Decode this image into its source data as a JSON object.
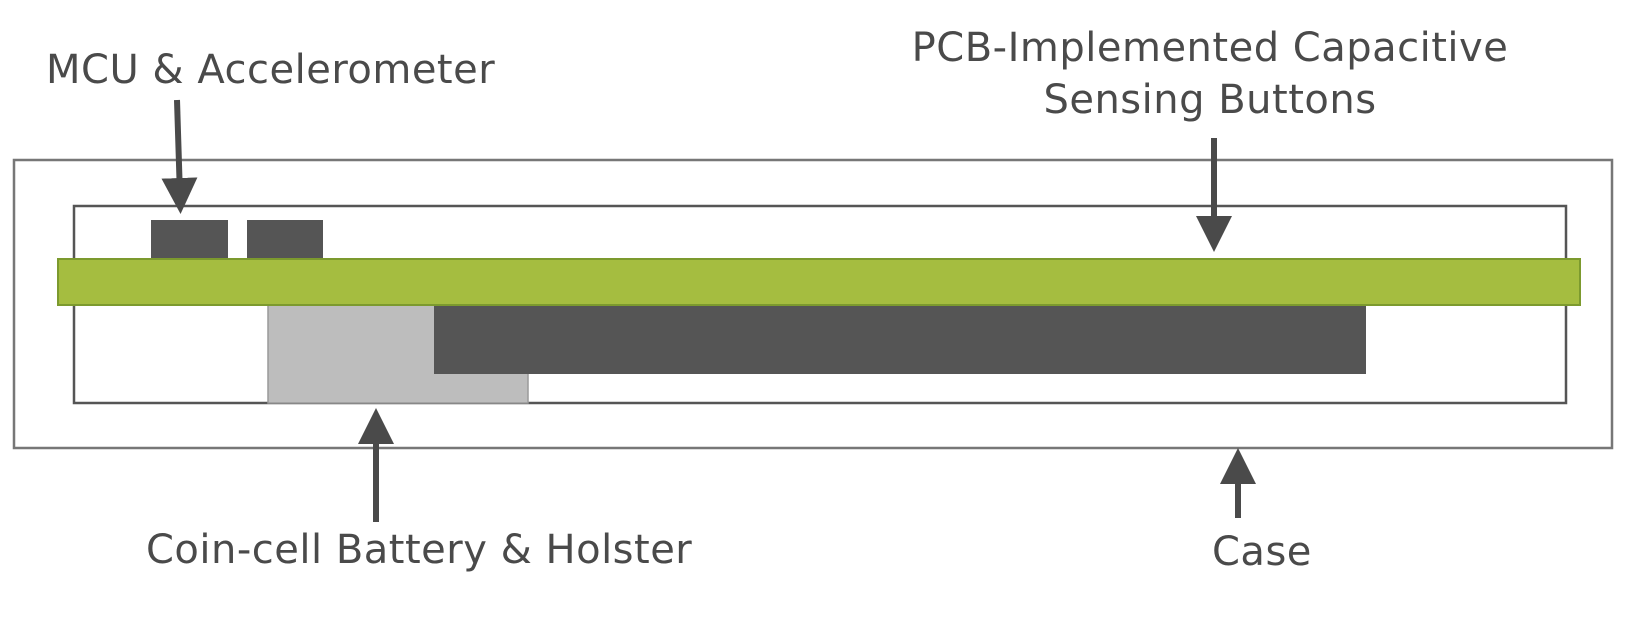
{
  "labels": {
    "mcu": "MCU & Accelerometer",
    "pcb": "PCB-Implemented Capacitive Sensing Buttons",
    "battery": "Coin-cell Battery & Holster",
    "case": "Case"
  },
  "colors": {
    "pcb": "#a5bd40",
    "pcb_border": "#7c9a2e",
    "chip": "#555555",
    "battery": "#bdbdbd",
    "module": "#555555",
    "outline": "#666666",
    "arrow": "#4a4a4a",
    "text": "#4a4a4a"
  }
}
